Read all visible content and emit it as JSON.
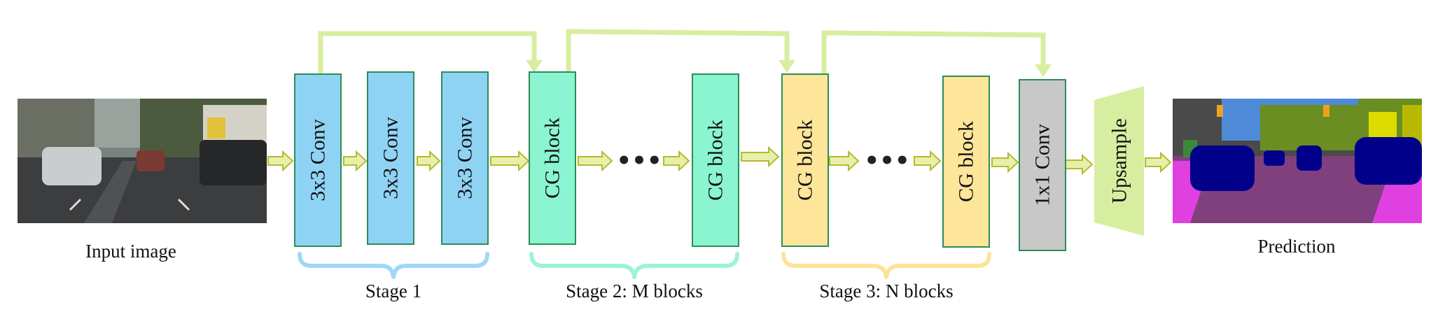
{
  "input_label": "Input image",
  "output_label": "Prediction",
  "stage1": {
    "label": "Stage 1",
    "blocks": [
      "3x3 Conv",
      "3x3 Conv",
      "3x3 Conv"
    ]
  },
  "stage2": {
    "label": "Stage 2: M blocks",
    "blocks": [
      "CG block",
      "CG block"
    ]
  },
  "stage3": {
    "label": "Stage 3: N blocks",
    "blocks": [
      "CG block",
      "CG block"
    ]
  },
  "head": {
    "conv_label": "1x1 Conv",
    "upsample_label": "Upsample"
  },
  "ellipsis": "•••",
  "colors": {
    "conv": "#8fd3f4",
    "conv_stroke": "#2e8b57",
    "cg2": "#8af5d0",
    "cg2_stroke": "#2e8b57",
    "cg3": "#fde59a",
    "cg3_stroke": "#2e8b57",
    "conv1x1": "#c8c8c8",
    "conv1x1_stroke": "#2e8b57",
    "upsample": "#d7eea0",
    "arrow_fill": "#e6f0a8",
    "arrow_stroke": "#b8b832",
    "skip": "#d7eea0",
    "brace1": "#9fd8f6",
    "brace2": "#9ef2d8",
    "brace3": "#fbe49a"
  }
}
